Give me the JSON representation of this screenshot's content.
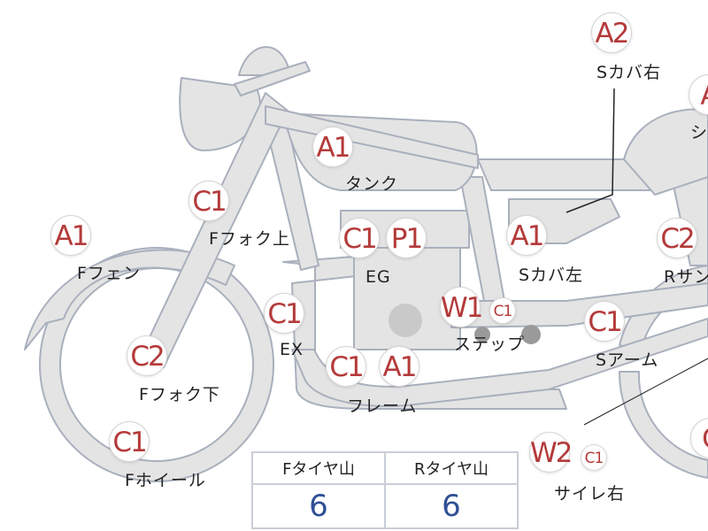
{
  "colors": {
    "frame_fill": "#e4e4e4",
    "frame_stroke": "#a9b0bd",
    "badge_text": "#b43a3a",
    "value_text": "#2f4f95"
  },
  "badges": [
    {
      "id": "tank",
      "code": "A1"
    },
    {
      "id": "fork-upper",
      "code": "C1"
    },
    {
      "id": "front-fender",
      "code": "A1"
    },
    {
      "id": "fork-lower",
      "code": "C2"
    },
    {
      "id": "front-wheel",
      "code": "C1"
    },
    {
      "id": "engine-c",
      "code": "C1"
    },
    {
      "id": "engine-p",
      "code": "P1"
    },
    {
      "id": "exhaust",
      "code": "C1"
    },
    {
      "id": "frame-c",
      "code": "C1"
    },
    {
      "id": "frame-a",
      "code": "A1"
    },
    {
      "id": "step-w",
      "code": "W1"
    },
    {
      "id": "step-c",
      "code": "C1"
    },
    {
      "id": "side-cover-left",
      "code": "A1"
    },
    {
      "id": "side-cover-right",
      "code": "A2"
    },
    {
      "id": "seat",
      "code": "A"
    },
    {
      "id": "rear-suspension",
      "code": "C2"
    },
    {
      "id": "swing-arm",
      "code": "C1"
    },
    {
      "id": "silencer-w",
      "code": "W2"
    },
    {
      "id": "silencer-c",
      "code": "C1"
    },
    {
      "id": "rear-edge",
      "code": "C"
    }
  ],
  "labels": {
    "tank": "タンク",
    "fork_upper": "Fフォク上",
    "front_fender": "Fフェン",
    "fork_lower": "Fフォク下",
    "front_wheel": "Fホイール",
    "engine": "EG",
    "exhaust": "EX",
    "frame": "フレーム",
    "step": "ステップ",
    "side_cover_left": "Sカバ左",
    "side_cover_right": "Sカバ右",
    "seat": "シ",
    "rear_suspension": "Rサン",
    "swing_arm": "Sアーム",
    "silencer": "サイレ右"
  },
  "tire_table": {
    "headers": [
      "Fタイヤ山",
      "Rタイヤ山"
    ],
    "values": [
      "6",
      "6"
    ]
  }
}
